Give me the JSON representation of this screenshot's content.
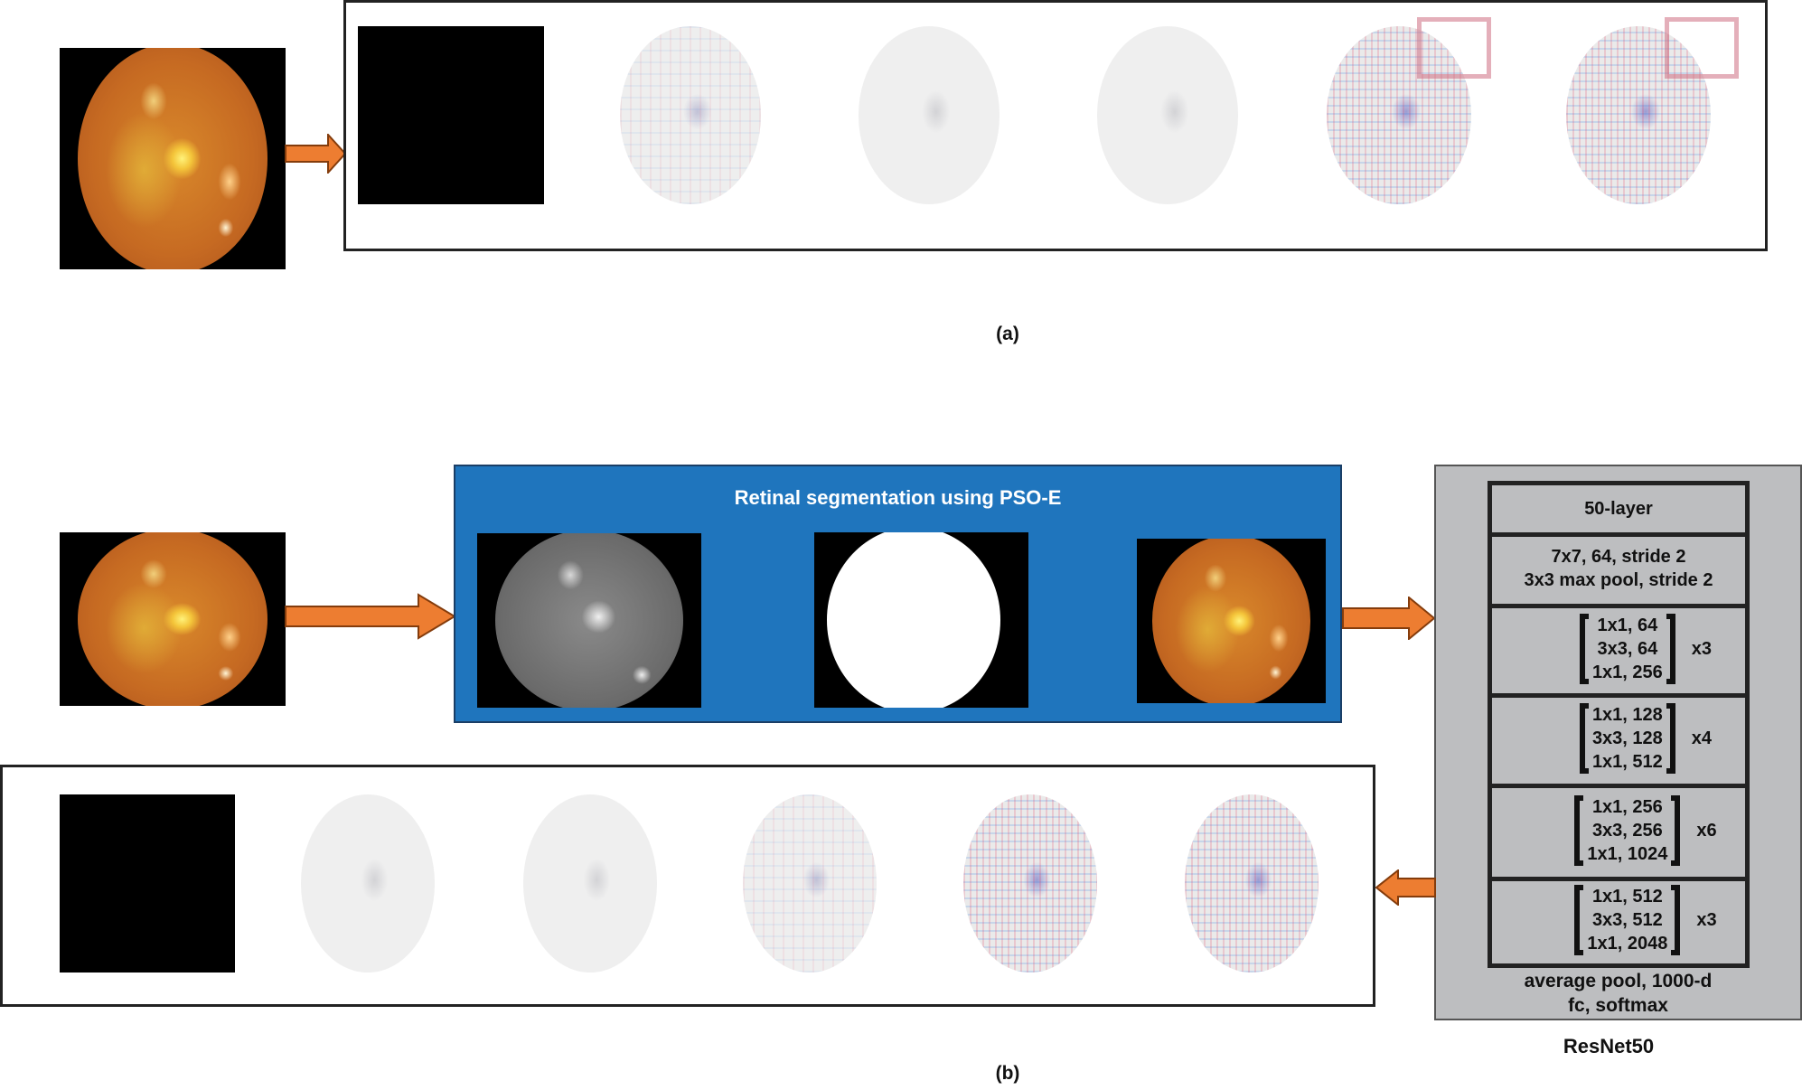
{
  "panel_a": {
    "caption": "(a)",
    "input_image": "fundus-retina-color",
    "outputs": [
      {
        "kind": "black-map"
      },
      {
        "kind": "heatmap-light"
      },
      {
        "kind": "heatmap-dim"
      },
      {
        "kind": "heatmap-dim"
      },
      {
        "kind": "heatmap-noisy",
        "highlight_box": true
      },
      {
        "kind": "heatmap-noisy",
        "highlight_box": true
      }
    ]
  },
  "panel_b": {
    "caption": "(b)",
    "input_image": "fundus-retina-color",
    "segmentation": {
      "title": "Retinal segmentation using PSO-E",
      "images": [
        "grayscale-fundus",
        "binary-mask",
        "segmented-color-fundus"
      ]
    },
    "resnet": {
      "label": "ResNet50",
      "header": "50-layer",
      "conv1": [
        "7x7, 64, stride 2",
        "3x3 max pool, stride 2"
      ],
      "blocks": [
        {
          "lines": [
            "1x1, 64",
            "3x3, 64",
            "1x1, 256"
          ],
          "repeat": "x3"
        },
        {
          "lines": [
            "1x1, 128",
            "3x3, 128",
            "1x1, 512"
          ],
          "repeat": "x4"
        },
        {
          "lines": [
            "1x1, 256",
            "3x3, 256",
            "1x1, 1024"
          ],
          "repeat": "x6"
        },
        {
          "lines": [
            "1x1, 512",
            "3x3, 512",
            "1x1, 2048"
          ],
          "repeat": "x3"
        }
      ],
      "footer": [
        "average pool, 1000-d",
        "fc, softmax"
      ]
    },
    "outputs": [
      {
        "kind": "black-map"
      },
      {
        "kind": "heatmap-dim"
      },
      {
        "kind": "heatmap-dim"
      },
      {
        "kind": "heatmap-light"
      },
      {
        "kind": "heatmap-noisy"
      },
      {
        "kind": "heatmap-noisy"
      }
    ]
  },
  "colors": {
    "arrow_fill": "#ed7d31",
    "arrow_stroke": "#843c0c",
    "segmentation_box": "#1f75bd",
    "resnet_box": "#bdbec0",
    "highlight_box": "#d98a9a"
  }
}
